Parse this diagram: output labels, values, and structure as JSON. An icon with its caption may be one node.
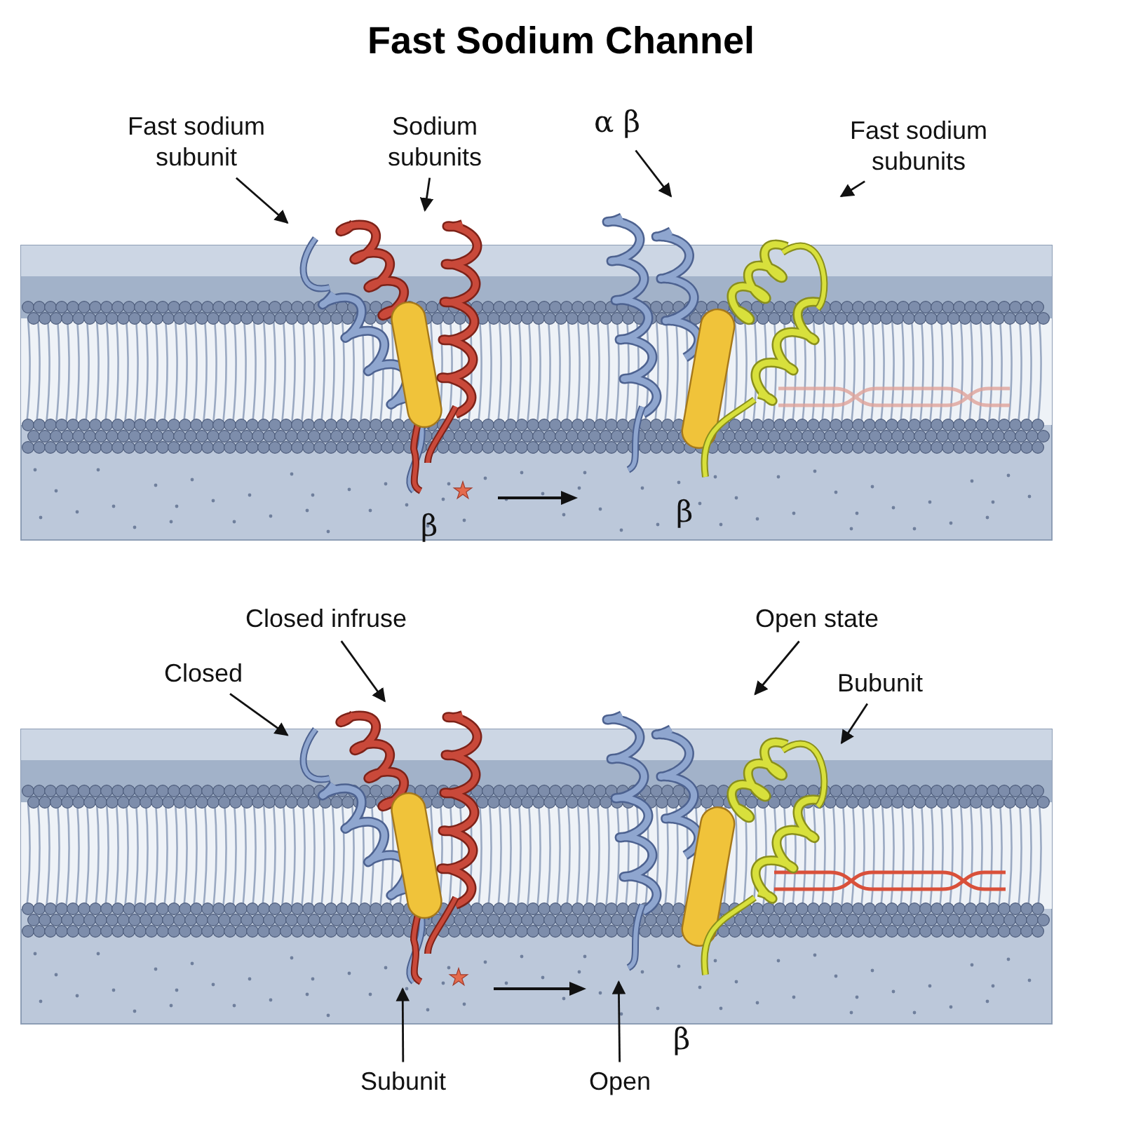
{
  "diagram": {
    "title": "Fast Sodium Channel",
    "nodes": [
      {
        "text": [
          "Fast sodium subunit"
        ]
      },
      {
        "text": [
          "Sodium subunits"
        ]
      },
      {
        "text": [
          "α β"
        ]
      },
      {
        "text": [
          "Fast sodium subunits"
        ]
      },
      {
        "text": [],
        "shape": "picture"
      },
      {
        "text": [],
        "shape": "picture"
      },
      {
        "text": [
          "Closed infruse"
        ]
      },
      {
        "text": [
          "Open state"
        ]
      },
      {
        "text": [
          "Closed"
        ]
      },
      {
        "text": [
          "Bubunit"
        ]
      },
      {
        "text": [],
        "shape": "picture"
      },
      {
        "text": [],
        "shape": "picture"
      },
      {
        "text": [
          "Subunit"
        ]
      },
      {
        "text": [
          "Open"
        ]
      }
    ],
    "edges": [
      {
        "from": 0,
        "to": 4,
        "arrow": "to"
      },
      {
        "from": 1,
        "to": 4,
        "arrow": "to"
      },
      {
        "from": 2,
        "to": 5,
        "arrow": "to"
      },
      {
        "from": 3,
        "to": 5,
        "arrow": "to"
      },
      {
        "from": 6,
        "to": 10,
        "arrow": "to"
      },
      {
        "from": 7,
        "to": 11,
        "arrow": "to"
      },
      {
        "from": 8,
        "to": 10,
        "arrow": "to"
      },
      {
        "from": 9,
        "to": 11,
        "arrow": "to"
      },
      {
        "from": 12,
        "to": 10,
        "arrow": "to"
      },
      {
        "from": 13,
        "to": 11,
        "arrow": "to"
      }
    ],
    "labels": [
      "β",
      "β",
      "β"
    ]
  }
}
